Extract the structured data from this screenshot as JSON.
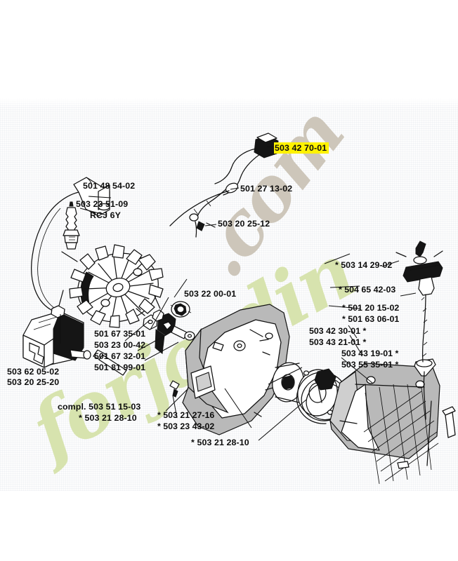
{
  "document": {
    "type": "spare-parts-exploded-diagram",
    "subject": "Ignition and starter assembly",
    "highlight_color": "#fff200",
    "watermark": {
      "text_1": "forjardin",
      "text_2": ".com",
      "color_1": "#d7e3ae",
      "color_2": "#cdc6ba"
    }
  },
  "labels": {
    "plug_cap": "501 48 54-02",
    "spark_plug_ref": "503 23 51-09",
    "spark_plug_type": "RCJ 6Y",
    "highlighted": "503 42 70-01",
    "throttle_cable": "501 27 13-02",
    "cable_screw": "503 20 25-12",
    "starter_pawl_nut": "503 22 00-01",
    "coil_module": "503 62 05-02",
    "coil_screw": "503 20 25-20",
    "points_group": [
      "501 67 35-01",
      "503 23 00-42",
      "501 67 32-01",
      "501 81 99-01"
    ],
    "compl_prefix": "compl",
    "compl_value": ". 503 51 15-03",
    "compl_sub": "* 503 21 28-10",
    "cover_group": [
      "* 503 21 27-16",
      "* 503 23 43-02"
    ],
    "bottom_center": "* 503 21 28-10",
    "right_group": [
      "* 503 14 29-02",
      "* 504 65 42-03",
      "* 501 20 15-02",
      "* 501 63 06-01"
    ],
    "right_group_b": [
      "503 42 30-01 *",
      "503 43 21-01 *"
    ],
    "right_group_c": [
      "503 43 19-01 *",
      "503 55 35-01 *"
    ]
  }
}
